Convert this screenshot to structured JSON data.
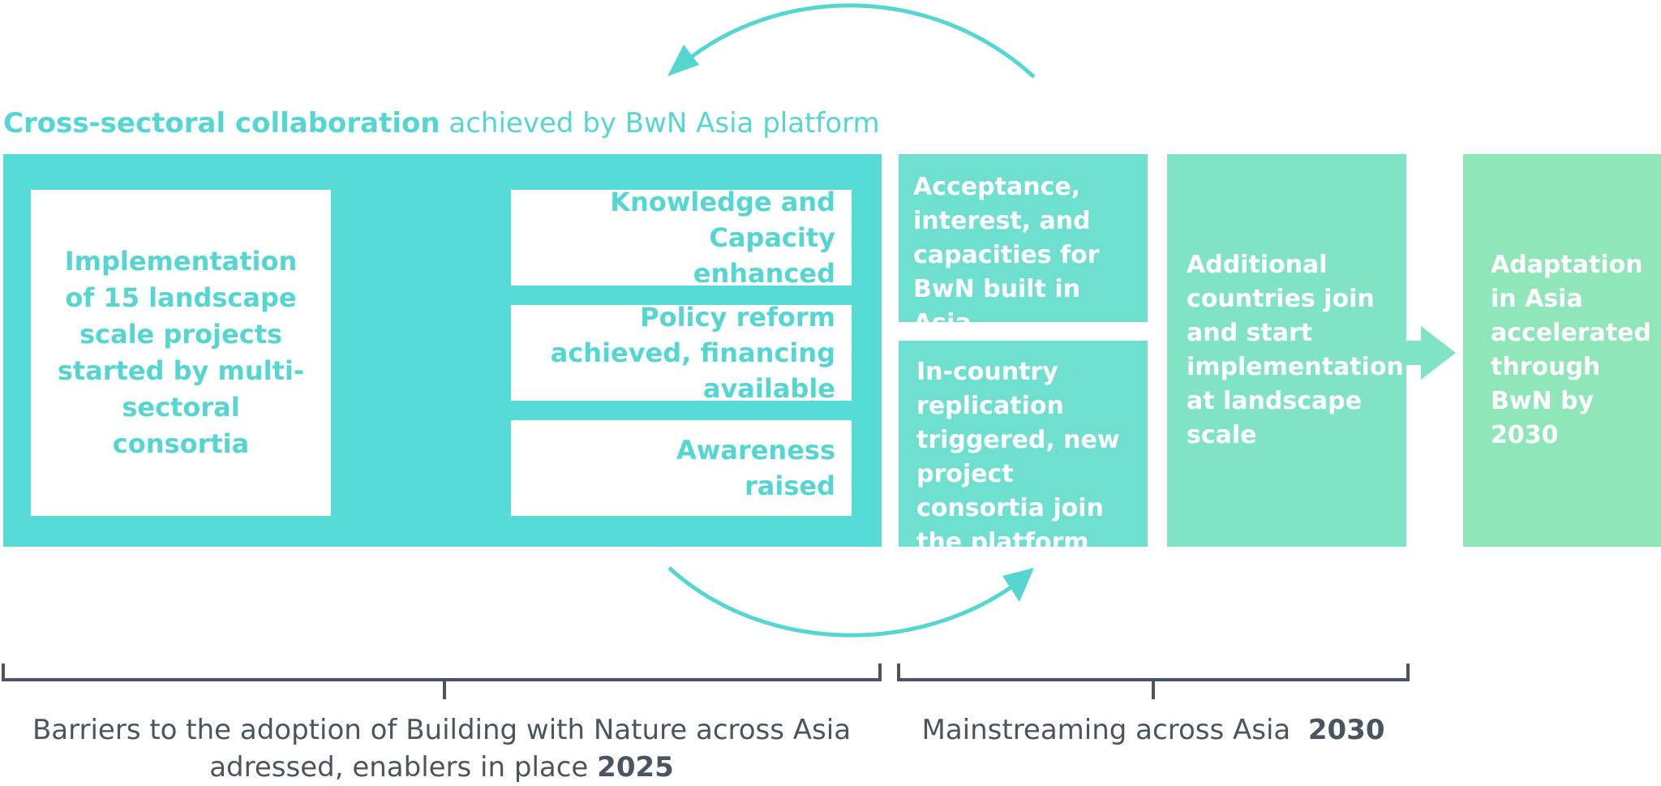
{
  "header": {
    "bold": "Cross-sectoral collaboration",
    "rest": " achieved by BwN Asia platform"
  },
  "implementation": "Implementation of 15 landscape scale projects started by multi-sectoral consortia",
  "outcomes": [
    "Knowledge and Capacity enhanced",
    "Policy reform achieved, financing available",
    "Awareness raised"
  ],
  "acceptance": "Acceptance, interest, and capacities for BwN built in Asia",
  "replication": "In-country replication triggered, new project consortia join the platform",
  "additional": "Additional countries join and start implementation at landscape scale",
  "adaptation": "Adaptation in Asia accelerated through BwN by 2030",
  "bracket_left": {
    "line1": "Barriers to the adoption of Building with Nature across Asia",
    "line2": "adressed, enablers in place ",
    "year": "2025"
  },
  "bracket_right": {
    "text": "Mainstreaming across Asia  ",
    "year": "2030"
  },
  "colors": {
    "panel": "#56dbd6",
    "box_teal": "#6fdfd0",
    "box_mint": "#7fe3c4",
    "box_green": "#8ee6b9",
    "text_dark": "#4a5560",
    "accent": "#56d6d1"
  }
}
